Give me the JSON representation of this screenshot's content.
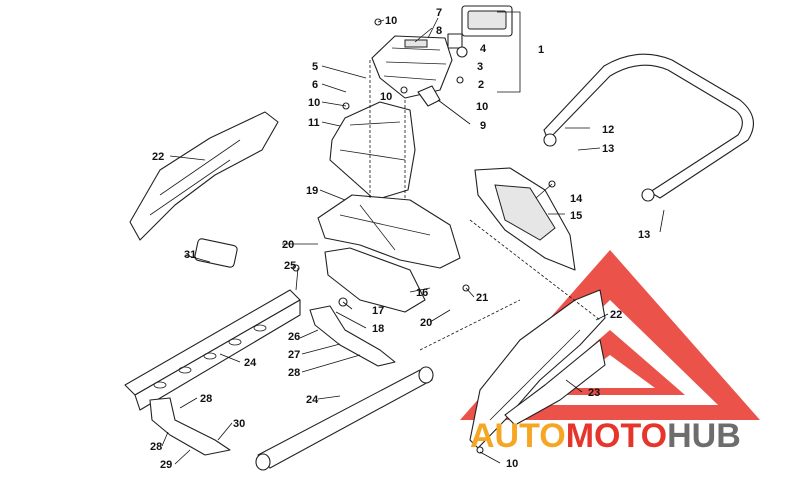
{
  "callouts": {
    "c1": "1",
    "c2": "2",
    "c3": "3",
    "c4": "4",
    "c5": "5",
    "c6": "6",
    "c7": "7",
    "c8": "8",
    "c9": "9",
    "c10a": "10",
    "c10b": "10",
    "c10c": "10",
    "c10d": "10",
    "c10e": "10",
    "c11": "11",
    "c12": "12",
    "c13a": "13",
    "c13b": "13",
    "c14": "14",
    "c15": "15",
    "c16": "16",
    "c17": "17",
    "c18": "18",
    "c19": "19",
    "c20a": "20",
    "c20b": "20",
    "c21": "21",
    "c22a": "22",
    "c22b": "22",
    "c23": "23",
    "c24a": "24",
    "c24b": "24",
    "c25": "25",
    "c26": "26",
    "c27": "27",
    "c28a": "28",
    "c28b": "28",
    "c28c": "28",
    "c29": "29",
    "c30": "30",
    "c31": "31"
  },
  "watermark": {
    "part1": "AUTO",
    "part2": "MOTO",
    "part3": "HUB",
    "color_red": "#e8352b",
    "color_orange": "#f5a623",
    "color_gray": "#6d6d6d"
  }
}
